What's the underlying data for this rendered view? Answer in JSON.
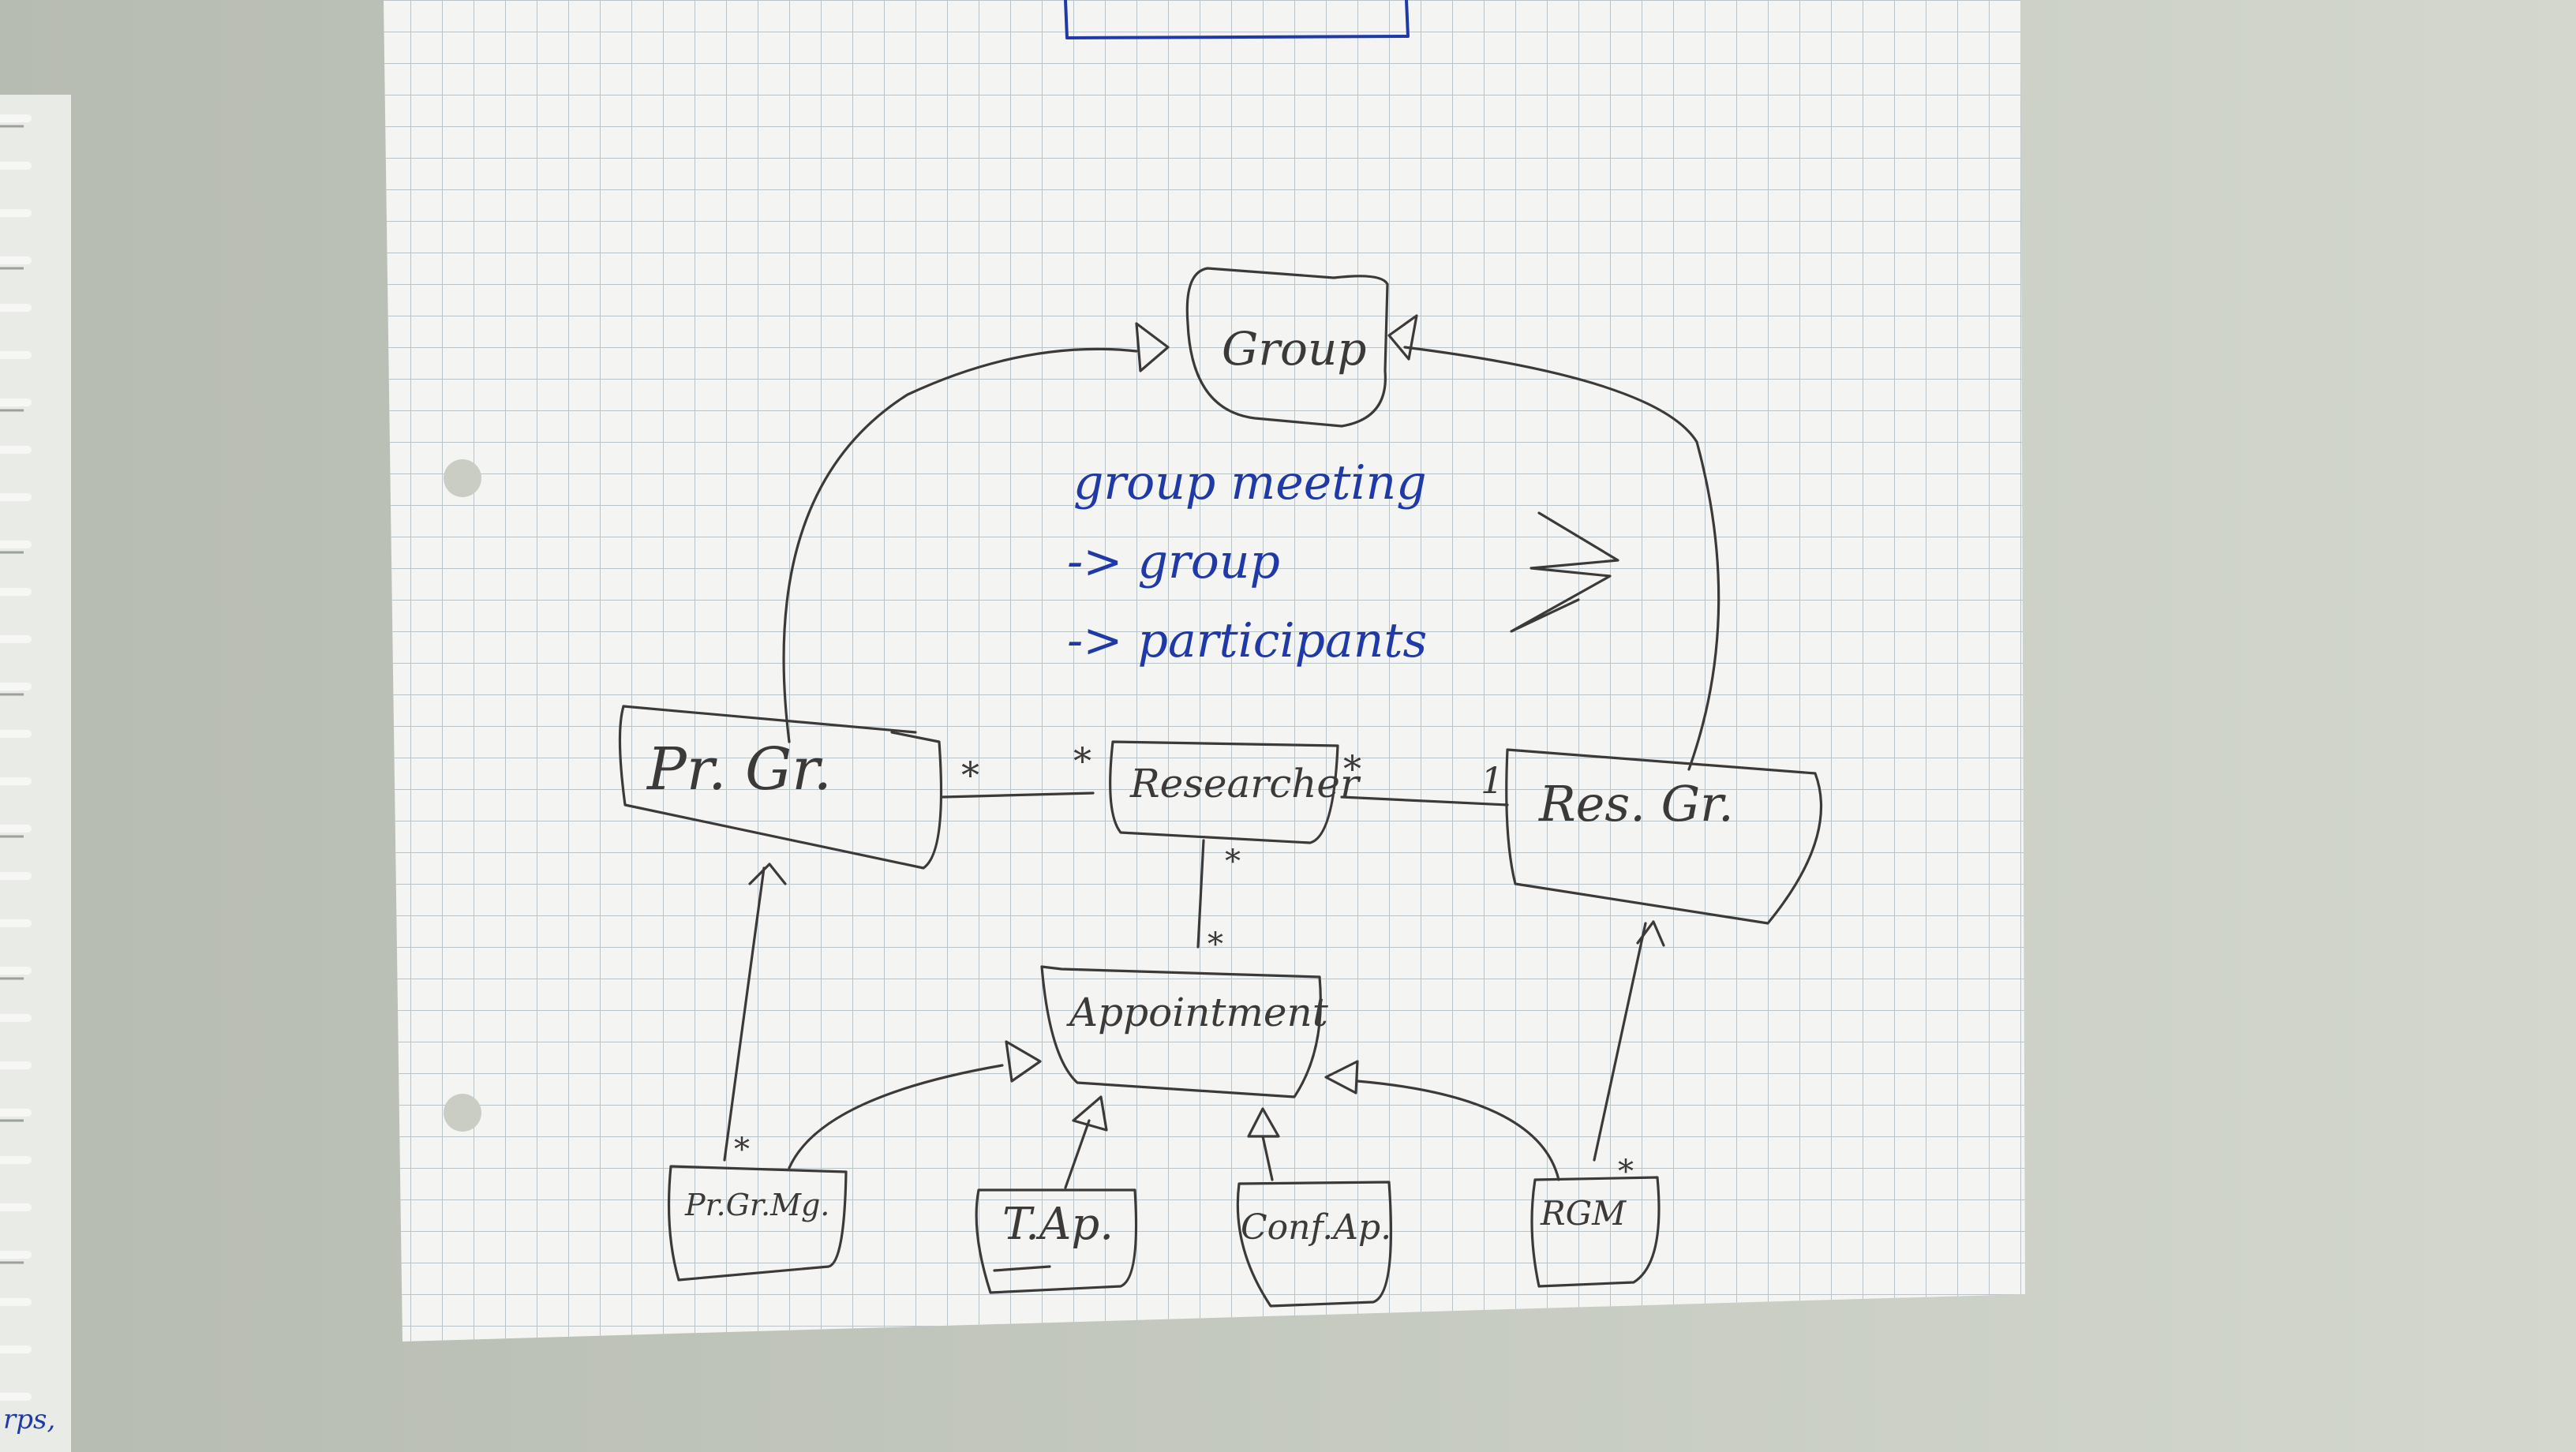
{
  "scene": {
    "paper_color": "#f4f5f3",
    "grid_color": "#b9c3c8",
    "pen_color": "#3c3a38",
    "blue_ink_color": "#1f3aa6",
    "background_color": "#c9cdc3"
  },
  "diagram": {
    "boxes": {
      "group": "Group",
      "pr_gr": "Pr. Gr.",
      "researcher": "Researcher",
      "res_gr": "Res. Gr.",
      "appointment": "Appointment",
      "pr_gr_mg": "Pr.Gr.Mg.",
      "t_ap": "T.Ap.",
      "conf_ap": "Conf.Ap.",
      "rgm": "RGM"
    },
    "multiplicities": {
      "prgr_researcher_left": "*",
      "prgr_researcher_right": "*",
      "researcher_resgr_left": "*",
      "researcher_resgr_right": "1",
      "researcher_appointment_top": "*",
      "researcher_appointment_bottom": "*",
      "prgrmg_end": "*",
      "rgm_end": "*"
    }
  },
  "notes": {
    "line1": "group meeting",
    "line2": "-> group",
    "line3": "-> participants"
  },
  "edge_text": "rps,"
}
